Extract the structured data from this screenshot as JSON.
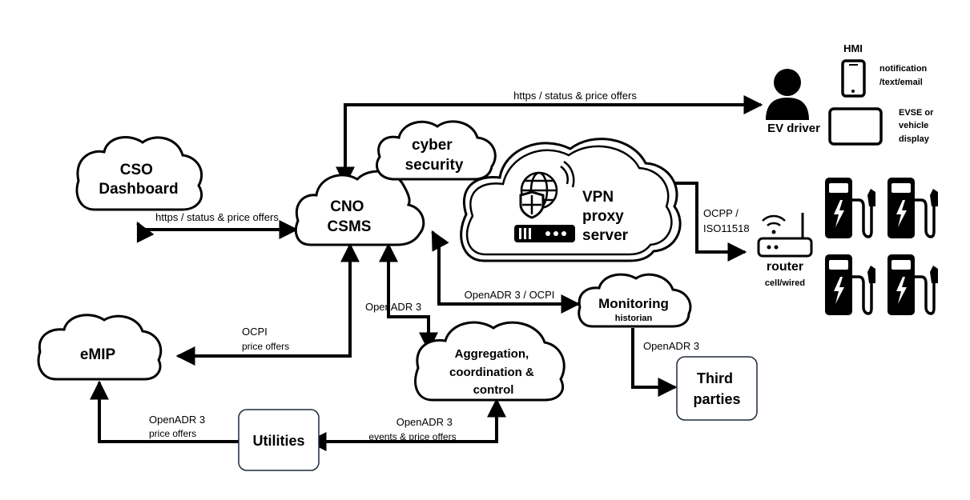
{
  "clouds": {
    "cso": [
      "CSO",
      "Dashboard"
    ],
    "cno": [
      "CNO",
      "CSMS"
    ],
    "cyber": [
      "cyber",
      "security"
    ],
    "vpn": [
      "VPN",
      "proxy",
      "server"
    ],
    "emip": "eMIP",
    "monitoring": "Monitoring",
    "monitoring_sub": "historian",
    "aggregation": [
      "Aggregation,",
      "coordination &",
      "control"
    ]
  },
  "boxes": {
    "utilities": "Utilities",
    "third_parties": [
      "Third",
      "parties"
    ]
  },
  "endpoints": {
    "hmi": "HMI",
    "notification": [
      "notification",
      "/text/email"
    ],
    "evse_display": [
      "EVSE or",
      "vehicle",
      "display"
    ],
    "ev_driver": "EV driver",
    "router": "router",
    "router_sub": "cell/wired"
  },
  "links": {
    "driver_link": "https / status & price offers",
    "cso_link": "https / status & price offers",
    "ocpp": [
      "OCPP /",
      "ISO11518"
    ],
    "monitoring_link": "OpenADR 3 / OCPI",
    "aggregation_link": "OpenADR 3",
    "emip_link": [
      "OCPI",
      "price offers"
    ],
    "third_parties_link": "OpenADR 3",
    "utilities_emip": [
      "OpenADR 3",
      "price offers"
    ],
    "utilities_aggregation": [
      "OpenADR 3",
      "events & price offers"
    ]
  }
}
